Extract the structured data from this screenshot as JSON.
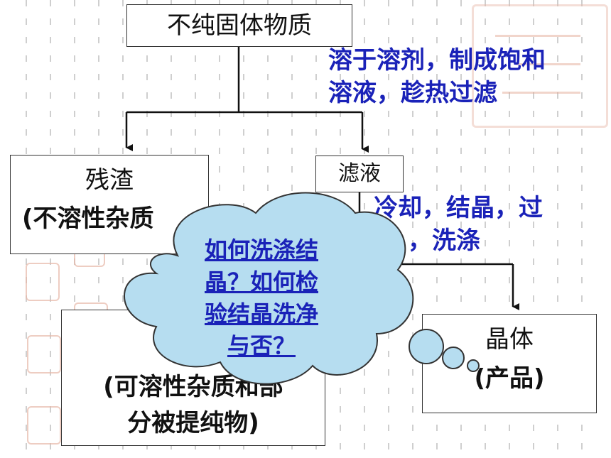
{
  "diagram": {
    "top_box": "不纯固体物质",
    "step1_text": [
      "溶于溶剂，制成饱和",
      "溶液，趁热过滤"
    ],
    "residue": {
      "line1": "残渣",
      "line2": "(不溶性杂质"
    },
    "filtrate": "滤液",
    "step2_text": [
      "冷却，结晶，过",
      "，洗涤"
    ],
    "crystal": {
      "line1": "晶体",
      "line2": "(产品)"
    },
    "mother_liquor": {
      "line2": "(可溶性杂质和部",
      "line3": "分被提纯物)"
    },
    "cloud": {
      "lines": [
        "如何洗涤结",
        "晶？如何检",
        "验结晶洗净",
        "与否？"
      ]
    }
  },
  "colors": {
    "accent_blue": "#1a22b8",
    "cloud_fill": "#b6ddf0",
    "border": "#333333",
    "stamp": "#e2a48e"
  }
}
